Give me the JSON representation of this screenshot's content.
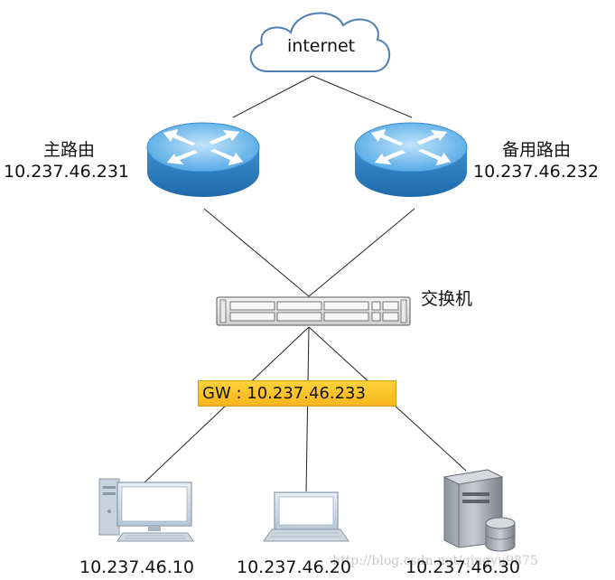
{
  "cloud": {
    "label": "internet"
  },
  "routers": {
    "main": {
      "name": "主路由",
      "ip": "10.237.46.231"
    },
    "backup": {
      "name": "备用路由",
      "ip": "10.237.46.232"
    }
  },
  "switch": {
    "name": "交换机"
  },
  "gateway": {
    "label": "GW : 10.237.46.233"
  },
  "hosts": [
    {
      "ip": "10.237.46.10"
    },
    {
      "ip": "10.237.46.20"
    },
    {
      "ip": "10.237.46.30"
    }
  ],
  "watermark": "http://blog.csdn.net/qingyu9875",
  "colors": {
    "router_top": "#6bbcee",
    "router_side": "#2f7fc1",
    "gateway_fill": "#fbbf24",
    "line": "#222222"
  }
}
